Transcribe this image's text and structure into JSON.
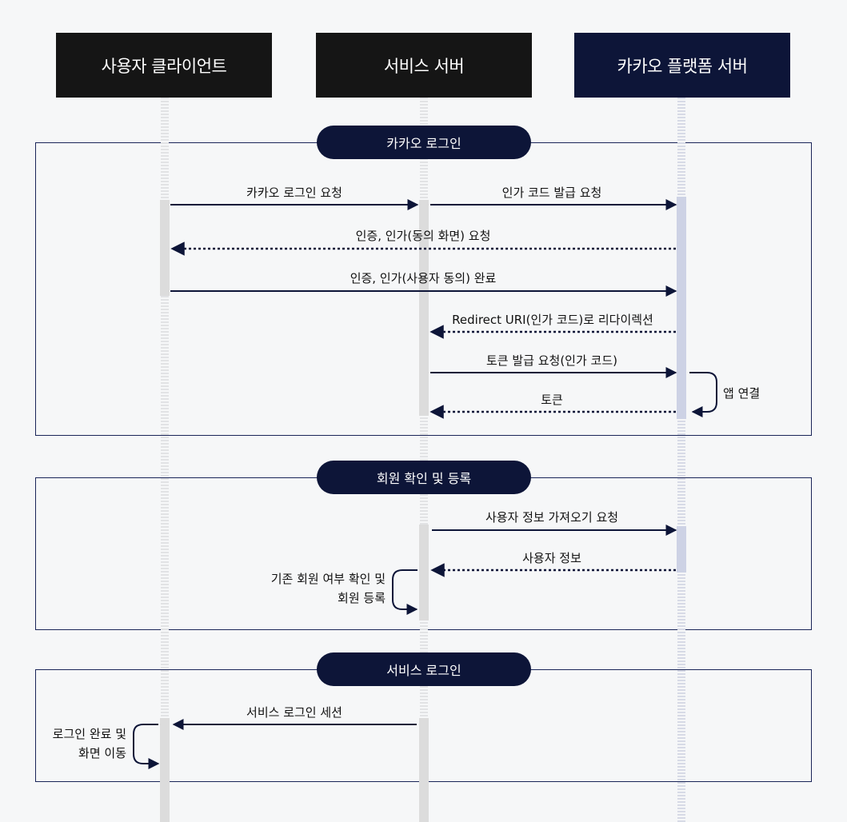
{
  "actors": {
    "client": "사용자 클라이언트",
    "service": "서비스 서버",
    "kakao": "카카오 플랫폼 서버"
  },
  "sections": {
    "login": "카카오 로그인",
    "member": "회원 확인 및 등록",
    "service_login": "서비스 로그인"
  },
  "messages": {
    "m1": "카카오 로그인 요청",
    "m2": "인가 코드 발급 요청",
    "m3": "인증, 인가(동의 화면) 요청",
    "m4": "인증, 인가(사용자 동의) 완료",
    "m5": "Redirect URI(인가 코드)로 리다이렉션",
    "m6": "토큰 발급 요청(인가 코드)",
    "m7": "토큰",
    "m8": "사용자 정보 가져오기 요청",
    "m9": "사용자 정보",
    "m10": "서비스 로그인 세션"
  },
  "self_notes": {
    "app_link": "앱 연결",
    "member_check_1": "기존 회원 여부 확인 및",
    "member_check_2": "회원 등록",
    "login_done_1": "로그인 완료 및",
    "login_done_2": "화면 이동"
  },
  "colors": {
    "arrow": "#0d1538",
    "actor_dark": "#151515",
    "actor_navy": "#0d1538",
    "background": "#f6f7f8"
  }
}
